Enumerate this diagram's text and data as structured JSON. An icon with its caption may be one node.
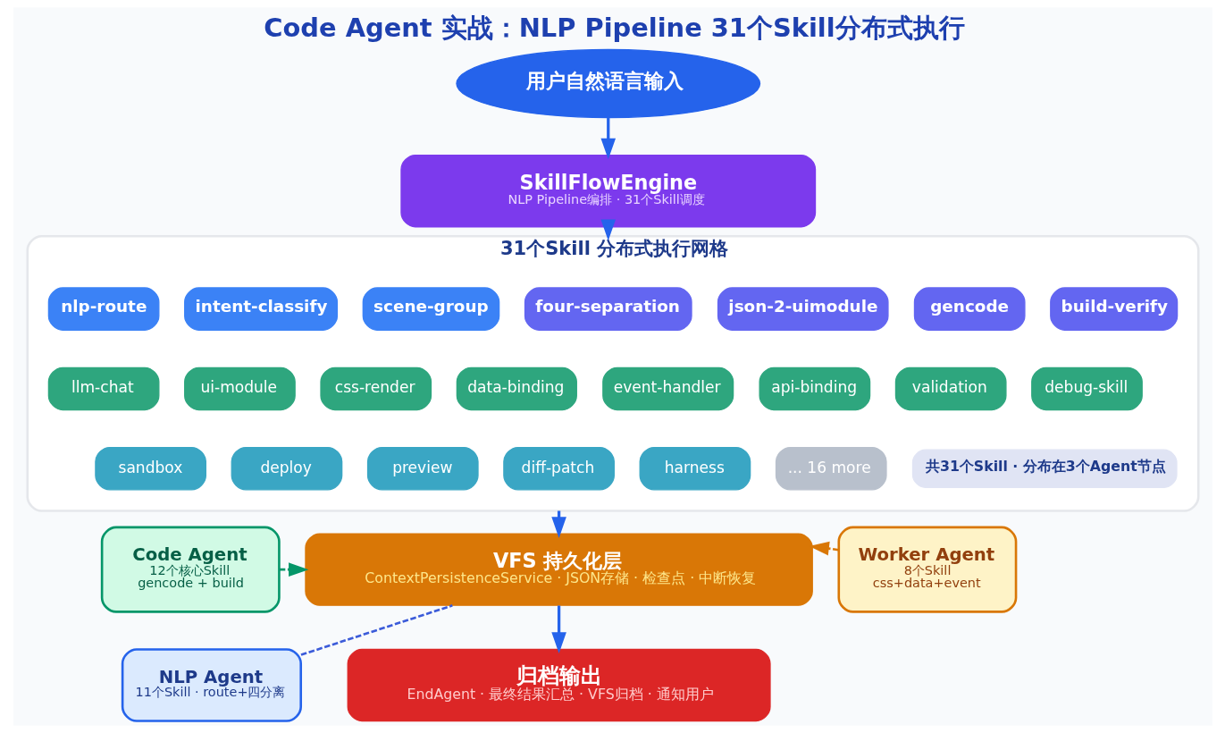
{
  "diagram": {
    "title": "Code Agent 实战：NLP Pipeline 31个Skill分布式执行",
    "nodes": [
      {
        "text": [
          "用户自然语言输入"
        ]
      },
      {
        "text": [
          "SkillFlowEngine",
          "NLP Pipeline编排 · 31个Skill调度"
        ]
      },
      {
        "text": [
          "31个Skill 分布式执行网格"
        ]
      },
      {
        "text": [
          "nlp-route"
        ],
        "in": 2
      },
      {
        "text": [
          "intent-classify"
        ],
        "in": 2
      },
      {
        "text": [
          "scene-group"
        ],
        "in": 2
      },
      {
        "text": [
          "four-separation"
        ],
        "in": 2
      },
      {
        "text": [
          "json-2-uimodule"
        ],
        "in": 2
      },
      {
        "text": [
          "gencode"
        ],
        "in": 2
      },
      {
        "text": [
          "build-verify"
        ],
        "in": 2
      },
      {
        "text": [
          "llm-chat"
        ],
        "in": 2
      },
      {
        "text": [
          "ui-module"
        ],
        "in": 2
      },
      {
        "text": [
          "css-render"
        ],
        "in": 2
      },
      {
        "text": [
          "data-binding"
        ],
        "in": 2
      },
      {
        "text": [
          "event-handler"
        ],
        "in": 2
      },
      {
        "text": [
          "api-binding"
        ],
        "in": 2
      },
      {
        "text": [
          "validation"
        ],
        "in": 2
      },
      {
        "text": [
          "debug-skill"
        ],
        "in": 2
      },
      {
        "text": [
          "sandbox"
        ],
        "in": 2
      },
      {
        "text": [
          "deploy"
        ],
        "in": 2
      },
      {
        "text": [
          "preview"
        ],
        "in": 2
      },
      {
        "text": [
          "diff-patch"
        ],
        "in": 2
      },
      {
        "text": [
          "harness"
        ],
        "in": 2
      },
      {
        "text": [
          "... 16 more"
        ],
        "in": 2
      },
      {
        "text": [
          "共31个Skill · 分布在3个Agent节点"
        ],
        "in": 2
      },
      {
        "text": [
          "Code Agent",
          "12个核心Skill",
          "gencode + build"
        ]
      },
      {
        "text": [
          "VFS 持久化层",
          "ContextPersistenceService · JSON存储 · 检查点 · 中断恢复"
        ]
      },
      {
        "text": [
          "Worker Agent",
          "8个Skill",
          "css+data+event"
        ]
      },
      {
        "text": [
          "NLP Agent",
          "11个Skill · route+四分离"
        ]
      },
      {
        "text": [
          "归档输出",
          "EndAgent · 最终结果汇总 · VFS归档 · 通知用户"
        ]
      }
    ],
    "edges": [
      {
        "from": 0,
        "to": 1,
        "arrow": "to"
      },
      {
        "from": 1,
        "to": 2,
        "arrow": "to"
      },
      {
        "from": 2,
        "to": 26,
        "arrow": "to"
      },
      {
        "from": 25,
        "to": 26,
        "arrow": "to",
        "style": "dashed",
        "color": "#059669"
      },
      {
        "from": 27,
        "to": 26,
        "arrow": "to",
        "style": "dashed",
        "color": "#d97706"
      },
      {
        "from": 28,
        "to": 26,
        "arrow": "none",
        "style": "dashed",
        "color": "#3b5bd9"
      },
      {
        "from": 26,
        "to": 29,
        "arrow": "to"
      }
    ]
  }
}
